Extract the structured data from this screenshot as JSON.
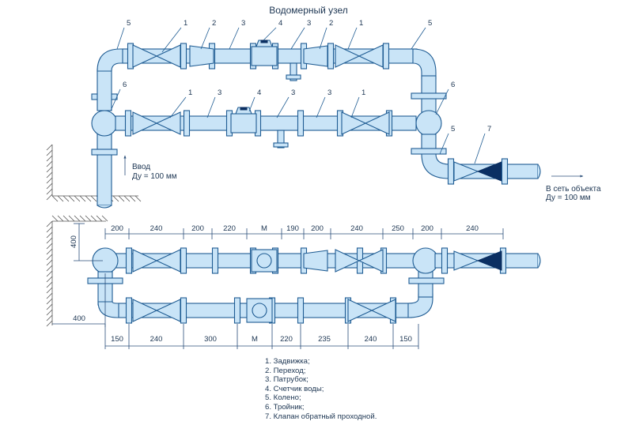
{
  "title": "Водомерный узел",
  "inlet": {
    "label": "Ввод",
    "diameter": "Ду = 100 мм"
  },
  "outlet": {
    "label": "В сеть объекта",
    "diameter": "Ду = 100 мм"
  },
  "top_view_callouts": {
    "upper_row": [
      "5",
      "1",
      "2",
      "3",
      "4",
      "3",
      "2",
      "1",
      "5"
    ],
    "lower_row": [
      "6",
      "1",
      "3",
      "4",
      "3",
      "3",
      "1",
      "6"
    ],
    "right_side": [
      "5",
      "7"
    ]
  },
  "plan_dimensions": {
    "top": [
      "200",
      "240",
      "200",
      "220",
      "М",
      "190",
      "200",
      "240",
      "250",
      "200",
      "240"
    ],
    "bottom": [
      "150",
      "240",
      "300",
      "М",
      "220",
      "235",
      "240",
      "150"
    ],
    "vertical": "400",
    "left": "400"
  },
  "legend": [
    "1. Задвижка;",
    "2. Переход;",
    "3. Патрубок;",
    "4. Счетчик воды;",
    "5. Колено;",
    "6. Тройник;",
    "7. Клапан обратный проходной."
  ]
}
